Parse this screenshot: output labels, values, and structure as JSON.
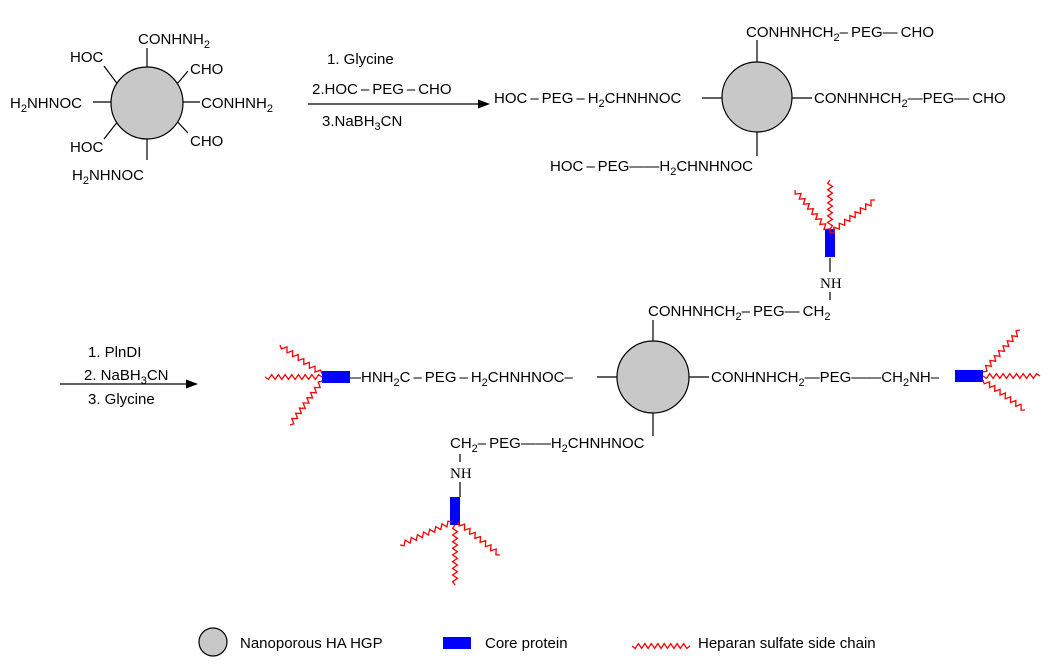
{
  "scheme": {
    "colors": {
      "nanoparticle": "#c8c8c8",
      "core_protein": "#0000ff",
      "heparan_sulfate": "#ff0000"
    },
    "start_np": {
      "top": "CONHNH",
      "top_sub": "2",
      "ul": "HOC",
      "ur": "CHO",
      "left_pre": "H",
      "left_sub": "2",
      "left_post": "NHNOC",
      "right": "CONHNH",
      "right_sub": "2",
      "ll": "HOC",
      "lr": "CHO",
      "bottom_pre": "H",
      "bottom_sub": "2",
      "bottom_post": "NHNOC"
    },
    "step1": [
      "1. Glycine",
      "2.HOC – PEG – CHO",
      "3.NaBH",
      "3",
      "CN"
    ],
    "mid_np": {
      "top_pre": "CONHNHCH",
      "top_sub": "2",
      "top_post": "– PEG— CHO",
      "right": "CONHNHCH",
      "right_sub": "2",
      "right_post": "—PEG— CHO",
      "left_pre": "HOC – PEG – H",
      "left_sub": "2",
      "left_post": "CHNHNOC",
      "bottom_pre": "HOC – PEG——H",
      "bottom_sub": "2",
      "bottom_post": "CHNHNOC"
    },
    "step2": [
      "1. PlnDI",
      "2. NaBH",
      "3",
      "CN",
      "3. Glycine"
    ],
    "final_np": {
      "top_pre": "CONHNHCH",
      "top_sub": "2",
      "top_post": "– PEG— CH",
      "top_post_sub": "2",
      "nh": "NH",
      "right_pre": "CONHNHCH",
      "right_sub": "2",
      "right_mid": "—PEG——CH",
      "right_sub2": "2",
      "right_post": "NH–",
      "left_pre": "—HNH",
      "left_sub": "2",
      "left_post": "C – PEG – H",
      "left_sub2": "2",
      "left_post2": "CHNHNOC–",
      "bottom_pre": "CH",
      "bottom_sub": "2",
      "bottom_post": "– PEG——H",
      "bottom_sub2": "2",
      "bottom_post2": "CHNHNOC",
      "bottom_nh": "NH"
    },
    "legend": {
      "np_label": "Nanoporous HA HGP",
      "core_label": "Core protein",
      "hs_label": "Heparan sulfate side chain"
    }
  }
}
